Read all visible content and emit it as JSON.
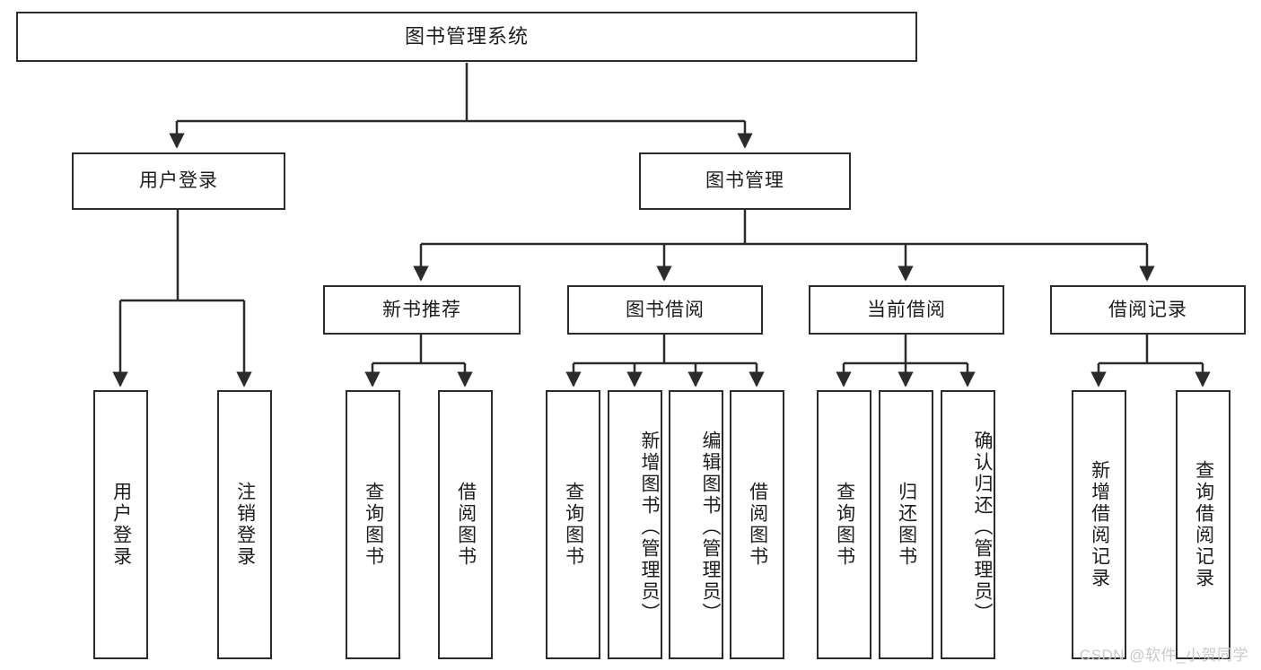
{
  "diagram": {
    "title": "图书管理系统",
    "type": "tree-hierarchy",
    "root": {
      "label": "图书管理系统"
    },
    "level1": [
      {
        "label": "用户登录"
      },
      {
        "label": "图书管理"
      }
    ],
    "level2": [
      {
        "label": "新书推荐"
      },
      {
        "label": "图书借阅"
      },
      {
        "label": "当前借阅"
      },
      {
        "label": "借阅记录"
      }
    ],
    "leaves": {
      "user_login": [
        {
          "label": "用户登录"
        },
        {
          "label": "注销登录"
        }
      ],
      "new_book_recommend": [
        {
          "label": "查询图书"
        },
        {
          "label": "借阅图书"
        }
      ],
      "book_borrow": [
        {
          "label": "查询图书"
        },
        {
          "label": "新增图书（管理员）"
        },
        {
          "label": "编辑图书（管理员）"
        },
        {
          "label": "借阅图书"
        }
      ],
      "current_borrow": [
        {
          "label": "查询图书"
        },
        {
          "label": "归还图书"
        },
        {
          "label": "确认归还（管理员）"
        }
      ],
      "borrow_record": [
        {
          "label": "新增借阅记录"
        },
        {
          "label": "查询借阅记录"
        }
      ]
    }
  },
  "watermark": {
    "text": "CSDN @软件_小贺同学"
  },
  "colors": {
    "stroke": "#2b2b2b",
    "box_fill": "#ffffff",
    "text": "#1c1c1c",
    "watermark": "#c9c9c9"
  }
}
